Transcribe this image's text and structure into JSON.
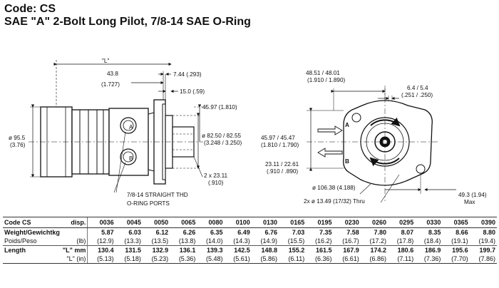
{
  "title": {
    "line1": "Code: CS",
    "line2": "SAE \"A\" 2-Bolt Long Pilot, 7/8-14 SAE O-Ring"
  },
  "side_view": {
    "dim_L": "\"L\"",
    "dim_43_8": "43.8",
    "dim_1_727": "(1.727)",
    "dim_7_44": "7.44 (.293)",
    "dim_15_0": "15.0 (.59)",
    "dim_45_97": "45.97 (1.810)",
    "dim_95_5": "ø 95.5",
    "dim_3_76": "(3.76)",
    "dim_82_50": "ø 82.50 / 82.55",
    "dim_3_248": "(3.248 / 3.250)",
    "dim_2x23": "2 x 23.11",
    "dim_910": "(.910)",
    "port_a": "A",
    "port_b": "B",
    "note1": "7/8-14 STRAIGHT THD",
    "note2": "O-RING PORTS"
  },
  "front_view": {
    "dim_48_51": "48.51 / 48.01",
    "dim_1_910": "(1.910 / 1.890)",
    "dim_6_4": "6.4 / 5.4",
    "dim_251": "(.251 / .250)",
    "dim_45_97_47": "45.97 / 45.47",
    "dim_1_810": "(1.810 / 1.790)",
    "dim_23_11": "23.11 / 22.61",
    "dim_910_890": "(.910 / .890)",
    "dim_106": "ø 106.38 (4.188)",
    "dim_thru": "2x ø 13.49 (17/32) Thru",
    "dim_49_3": "49.3 (1.94)",
    "dim_max": "Max",
    "port_a": "A",
    "port_b": "B"
  },
  "table": {
    "code_label": "Code CS",
    "disp_label": "disp.",
    "columns": [
      "0036",
      "0045",
      "0050",
      "0065",
      "0080",
      "0100",
      "0130",
      "0165",
      "0195",
      "0230",
      "0260",
      "0295",
      "0330",
      "0365",
      "0390"
    ],
    "weight_label": "Weight/Gewichtkg",
    "weight_sub_label": "Poids/Peso",
    "weight_sub_unit": "(lb)",
    "weight_kg": [
      "5.87",
      "6.03",
      "6.12",
      "6.26",
      "6.35",
      "6.49",
      "6.76",
      "7.03",
      "7.35",
      "7.58",
      "7.80",
      "8.07",
      "8.35",
      "8.66",
      "8.80"
    ],
    "weight_lb": [
      "(12.9)",
      "(13.3)",
      "(13.5)",
      "(13.8)",
      "(14.0)",
      "(14.3)",
      "(14.9)",
      "(15.5)",
      "(16.2)",
      "(16.7)",
      "(17.2)",
      "(17.8)",
      "(18.4)",
      "(19.1)",
      "(19.4)"
    ],
    "length_label": "Length",
    "length_mm_unit": "\"L\" mm",
    "length_in_unit": "\"L\" (in)",
    "length_mm": [
      "130.4",
      "131.5",
      "132.9",
      "136.1",
      "139.3",
      "142.5",
      "148.8",
      "155.2",
      "161.5",
      "167.9",
      "174.2",
      "180.6",
      "186.9",
      "195.6",
      "199.7"
    ],
    "length_in": [
      "(5.13)",
      "(5.18)",
      "(5.23)",
      "(5.36)",
      "(5.48)",
      "(5.61)",
      "(5.86)",
      "(6.11)",
      "(6.36)",
      "(6.61)",
      "(6.86)",
      "(7.11)",
      "(7.36)",
      "(7.70)",
      "(7.86)"
    ]
  }
}
